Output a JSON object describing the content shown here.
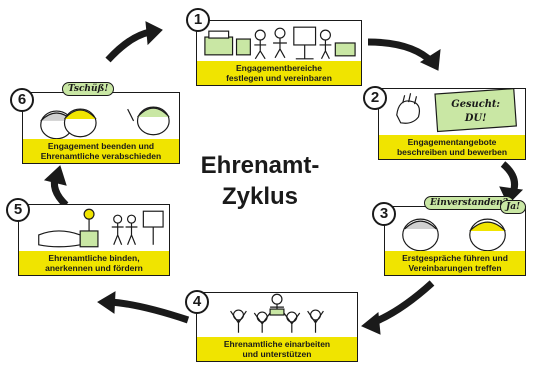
{
  "diagram": {
    "title_line1": "Ehrenamt-",
    "title_line2": "Zyklus",
    "colors": {
      "label": "#f0e400",
      "bubble": "#c9e7a4",
      "ink": "#1a1a1a"
    },
    "steps": [
      {
        "number": "1",
        "label_line1": "Engagementbereiche",
        "label_line2": "festlegen und vereinbaren"
      },
      {
        "number": "2",
        "label_line1": "Engagementangebote",
        "label_line2": "beschreiben und bewerben",
        "sign_line1": "Gesucht:",
        "sign_line2": "DU!"
      },
      {
        "number": "3",
        "label_line1": "Erstgespräche führen und",
        "label_line2": "Vereinbarungen treffen",
        "bubble_left": "Einverstanden?",
        "bubble_right": "Ja!"
      },
      {
        "number": "4",
        "label_line1": "Ehrenamtliche einarbeiten",
        "label_line2": "und unterstützen"
      },
      {
        "number": "5",
        "label_line1": "Ehrenamtliche binden,",
        "label_line2": "anerkennen und fördern"
      },
      {
        "number": "6",
        "label_line1": "Engagement beenden und",
        "label_line2": "Ehrenamtliche verabschieden",
        "bubble": "Tschüß!"
      }
    ]
  }
}
